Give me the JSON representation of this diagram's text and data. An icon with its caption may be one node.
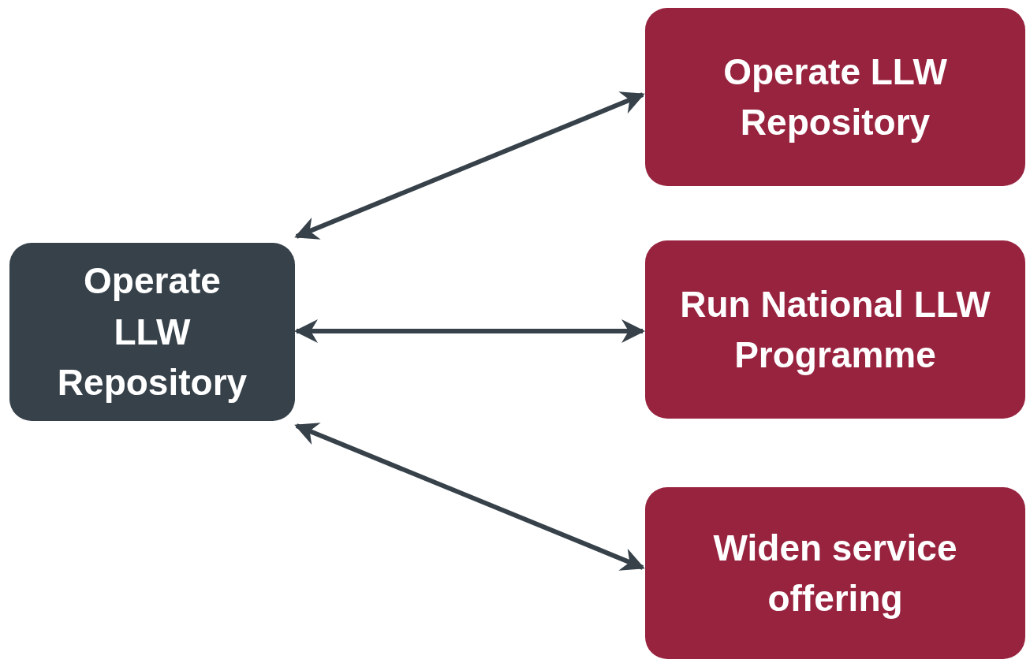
{
  "diagram": {
    "nodes": [
      {
        "text": [
          "Operate LLW Repository"
        ]
      },
      {
        "text": [
          "Operate LLW Repository"
        ]
      },
      {
        "text": [
          "Run National LLW Programme"
        ]
      },
      {
        "text": [
          "Widen service offering"
        ]
      }
    ],
    "edges": [
      {
        "from": 0,
        "to": 1,
        "arrow": "both"
      },
      {
        "from": 0,
        "to": 2,
        "arrow": "both"
      },
      {
        "from": 0,
        "to": 3,
        "arrow": "both"
      }
    ]
  }
}
